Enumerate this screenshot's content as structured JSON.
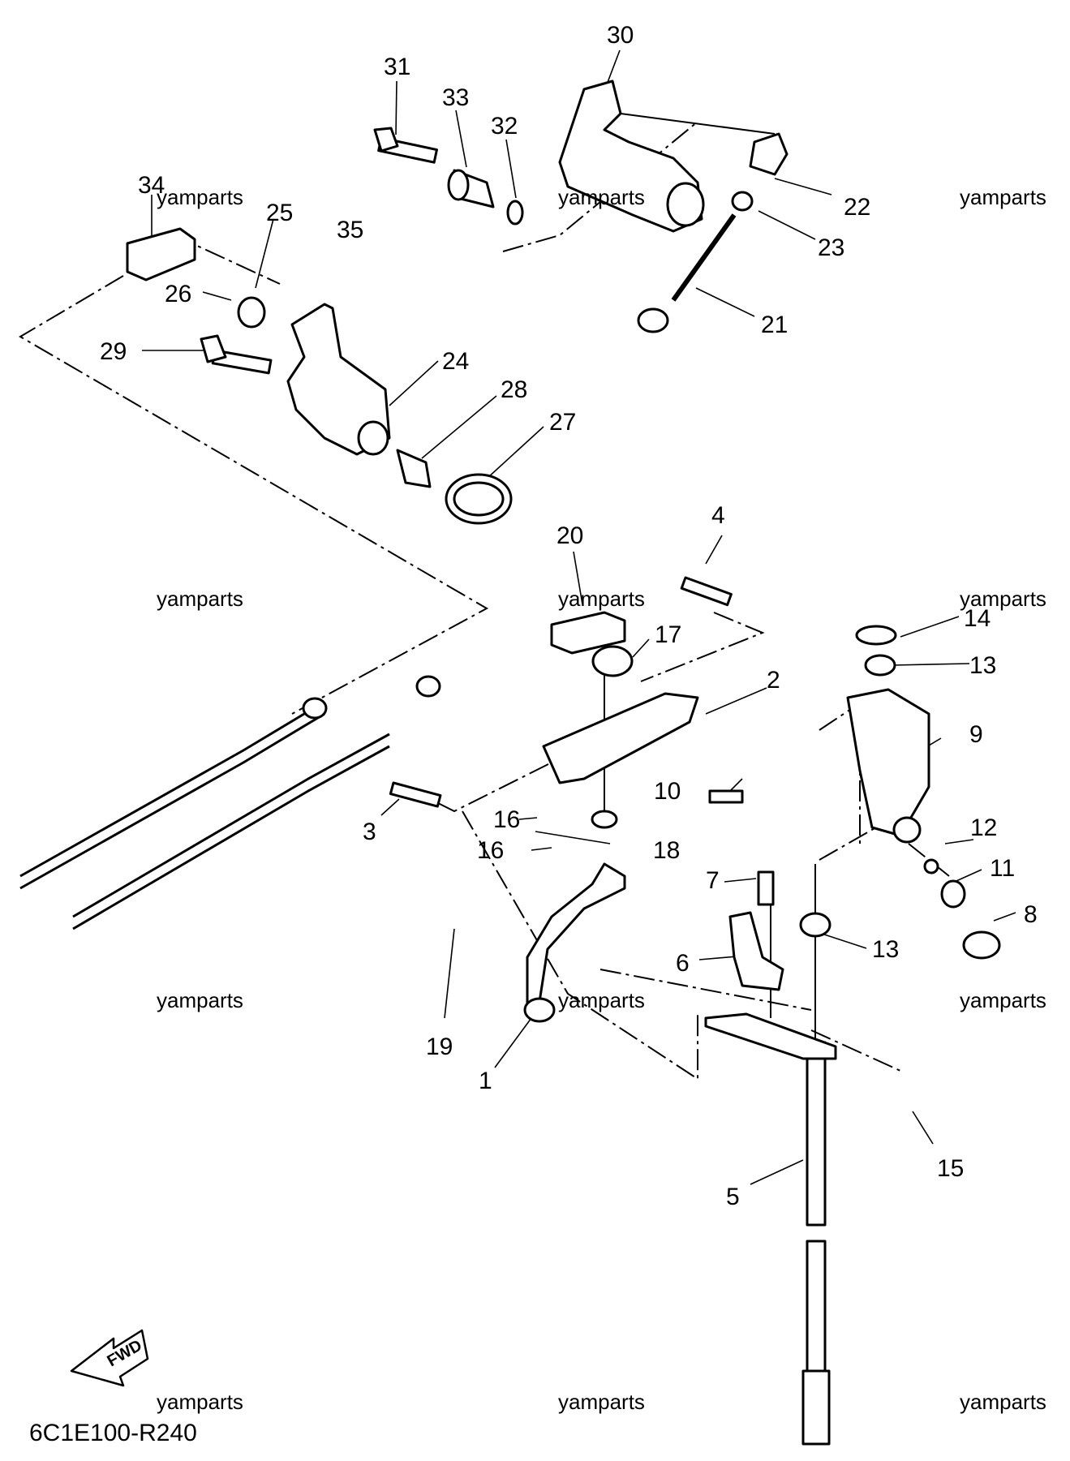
{
  "callouts": [
    "1",
    "2",
    "3",
    "4",
    "5",
    "6",
    "7",
    "8",
    "9",
    "10",
    "11",
    "12",
    "13",
    "13",
    "14",
    "15",
    "16",
    "16",
    "17",
    "18",
    "19",
    "20",
    "21",
    "22",
    "23",
    "24",
    "25",
    "26",
    "27",
    "28",
    "29",
    "30",
    "31",
    "32",
    "33",
    "34",
    "35"
  ],
  "watermarks": [
    "yamparts",
    "yamparts",
    "yamparts",
    "yamparts",
    "yamparts",
    "yamparts",
    "yamparts",
    "yamparts",
    "yamparts",
    "yamparts",
    "yamparts",
    "yamparts"
  ],
  "diagram_code": "6C1E100-R240",
  "fwd_label": "FWD"
}
